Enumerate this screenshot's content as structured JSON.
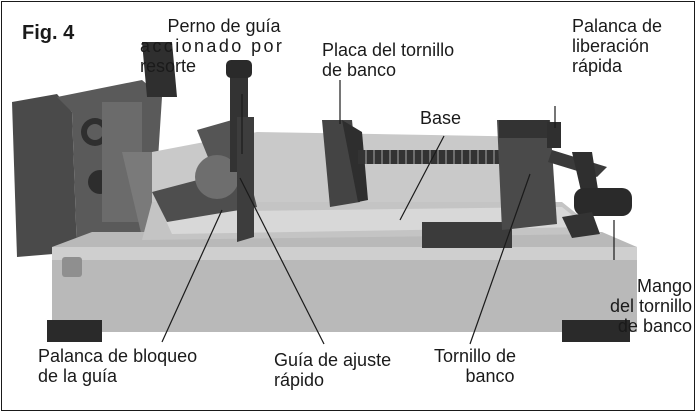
{
  "figure_label": "Fig. 4",
  "labels": {
    "guide_pin": [
      "Perno de guía",
      "accionado por",
      "resorte"
    ],
    "vise_plate": [
      "Placa del tornillo",
      "de banco"
    ],
    "release_lever": [
      "Palanca de",
      "liberación",
      "rápida"
    ],
    "base": "Base",
    "vise_handle": [
      "Mango",
      "del tornillo",
      "de banco"
    ],
    "guide_lock_lever": [
      "Palanca de bloqueo",
      "de la guía"
    ],
    "quick_adjust_guide": [
      "Guía de ajuste",
      "rápido"
    ],
    "bench_vise": [
      "Tornillo de",
      "banco"
    ]
  },
  "colors": {
    "base": "#b9b9b9",
    "machine_dark": "#3a3a3a",
    "feet": "#2a2a2a",
    "leader_lines": "#1a1a1a"
  }
}
